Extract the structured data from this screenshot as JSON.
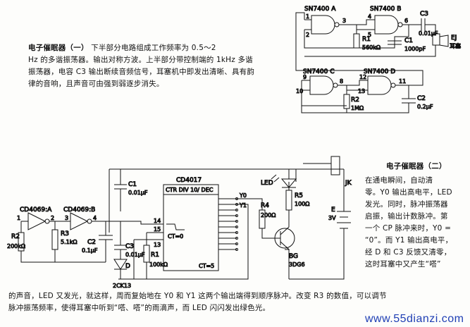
{
  "circuit1": {
    "title": "电子催眠器（一）",
    "desc_lines": [
      "下半部分电路组成工作频率为 0.5～2",
      "Hz 的多谐振荡器。输出对称方波。上半部分带控制端的 1kHz 多谐",
      "振荡器，电容 C3 输出断续音频信号，耳塞机中即发出清晰、具有韵",
      "律的音响，且声音可由强到弱逐步消失。"
    ],
    "labels": {
      "gate_a": "SN7400 A",
      "gate_b": "SN7400 B",
      "gate_c": "SN7400 C",
      "gate_d": "SN7400 D",
      "c3": "C3",
      "c3_val": "0.01μF",
      "c1": "C1",
      "c1_val": "1000pF",
      "r1": "R1",
      "r1_val": "560kΩ",
      "r2": "R2",
      "r2_val": "1MΩ",
      "c2": "C2",
      "c2_val": "0.2μF",
      "ej": "EJ",
      "ej_desc": "耳塞",
      "p1": "1",
      "p2": "2",
      "p3": "3",
      "p4": "4",
      "p5": "5",
      "p6": "6",
      "p9": "9",
      "p10": "10",
      "p8": "8",
      "p12": "12",
      "p13": "13",
      "p11": "11"
    }
  },
  "circuit2": {
    "title": "电子催眠器（二）",
    "desc_lines": [
      "在通电瞬间，自动清",
      "零。Y0 输出高电平，LED",
      "发光。同时，脉冲振荡器",
      "启振，输出计数脉冲。第",
      "一个 CP 脉冲来时，Y0 =",
      "“0”。而 Y1 输出高电平，",
      "经 D 和 C3 反馈又清零，",
      "这时耳塞中又产生“嗒”"
    ],
    "bottom_lines": [
      "的声音，LED 又发光，就这样，周而复始地在 Y0 和 Y1 这两个输出端得到顺序脉冲。改变 R3 的数值，可以调节",
      "脉冲振荡频率，使得耳塞中听到“嗒、嗒”的雨滴声，而 LED 闪闪发出绿色光。"
    ],
    "labels": {
      "u1a": "CD4069:A",
      "u1b": "CD4069:B",
      "r2": "R2",
      "r2_val": "200kΩ",
      "r3": "R3",
      "r3_val": "5.1kΩ",
      "c2": "C2",
      "c2_val": "0.1μF",
      "c1": "C1",
      "c1_val": "0.01μF",
      "c3": "C3",
      "c3_val": "0.01μF",
      "r1": "R1",
      "r1_val": "100kΩ",
      "d": "D",
      "d_val": "2CK13",
      "ic": "CD4017",
      "ic_desc": "CTR DIV 10/ DEC",
      "ct0": "CT=0",
      "ct5": "CT=5",
      "pin14": "14",
      "pin15": "15",
      "pin13": "13",
      "y0": "Y0",
      "y1": "Y1",
      "r4": "R4",
      "r4_val": "200Ω",
      "r5": "R5",
      "r5_val": "100Ω",
      "led": "LED",
      "jk": "JK",
      "bg": "BG",
      "bg_val": "3DG6",
      "e": "E",
      "e_val": "3V",
      "p1": "1",
      "p2": "2",
      "p3": "3",
      "p4": "4"
    }
  },
  "watermark": "www.55dianzi.com"
}
